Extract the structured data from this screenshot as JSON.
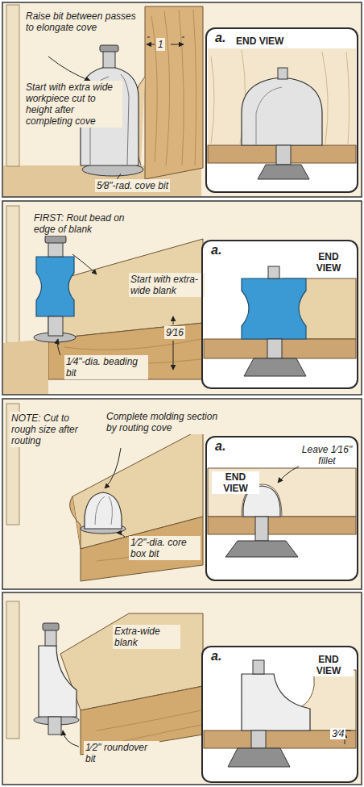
{
  "diagram": {
    "nodes": [
      {
        "text": [
          "a.",
          "END VIEW"
        ]
      },
      {
        "text": [
          "a.",
          "END VIEW"
        ]
      },
      {
        "text": [
          "a.",
          "END VIEW",
          "Leave 1⁄16\" fillet"
        ]
      },
      {
        "text": [
          "a.",
          "END VIEW",
          "3⁄4"
        ]
      }
    ],
    "edges": [],
    "labels": [
      "Raise bit between passes to elongate cove",
      "1",
      "Start with extra wide workpiece cut to height after completing cove",
      "5⁄8\"-rad. cove bit",
      "FIRST: Rout bead on edge of blank",
      "Start with extra-wide blank",
      "9⁄16",
      "1⁄4\"-dia. beading bit",
      "NOTE: Cut to rough size after routing",
      "Complete molding section by routing cove",
      "1⁄2\"-dia. core box bit",
      "Extra-wide blank",
      "1⁄2\" roundover bit"
    ]
  }
}
